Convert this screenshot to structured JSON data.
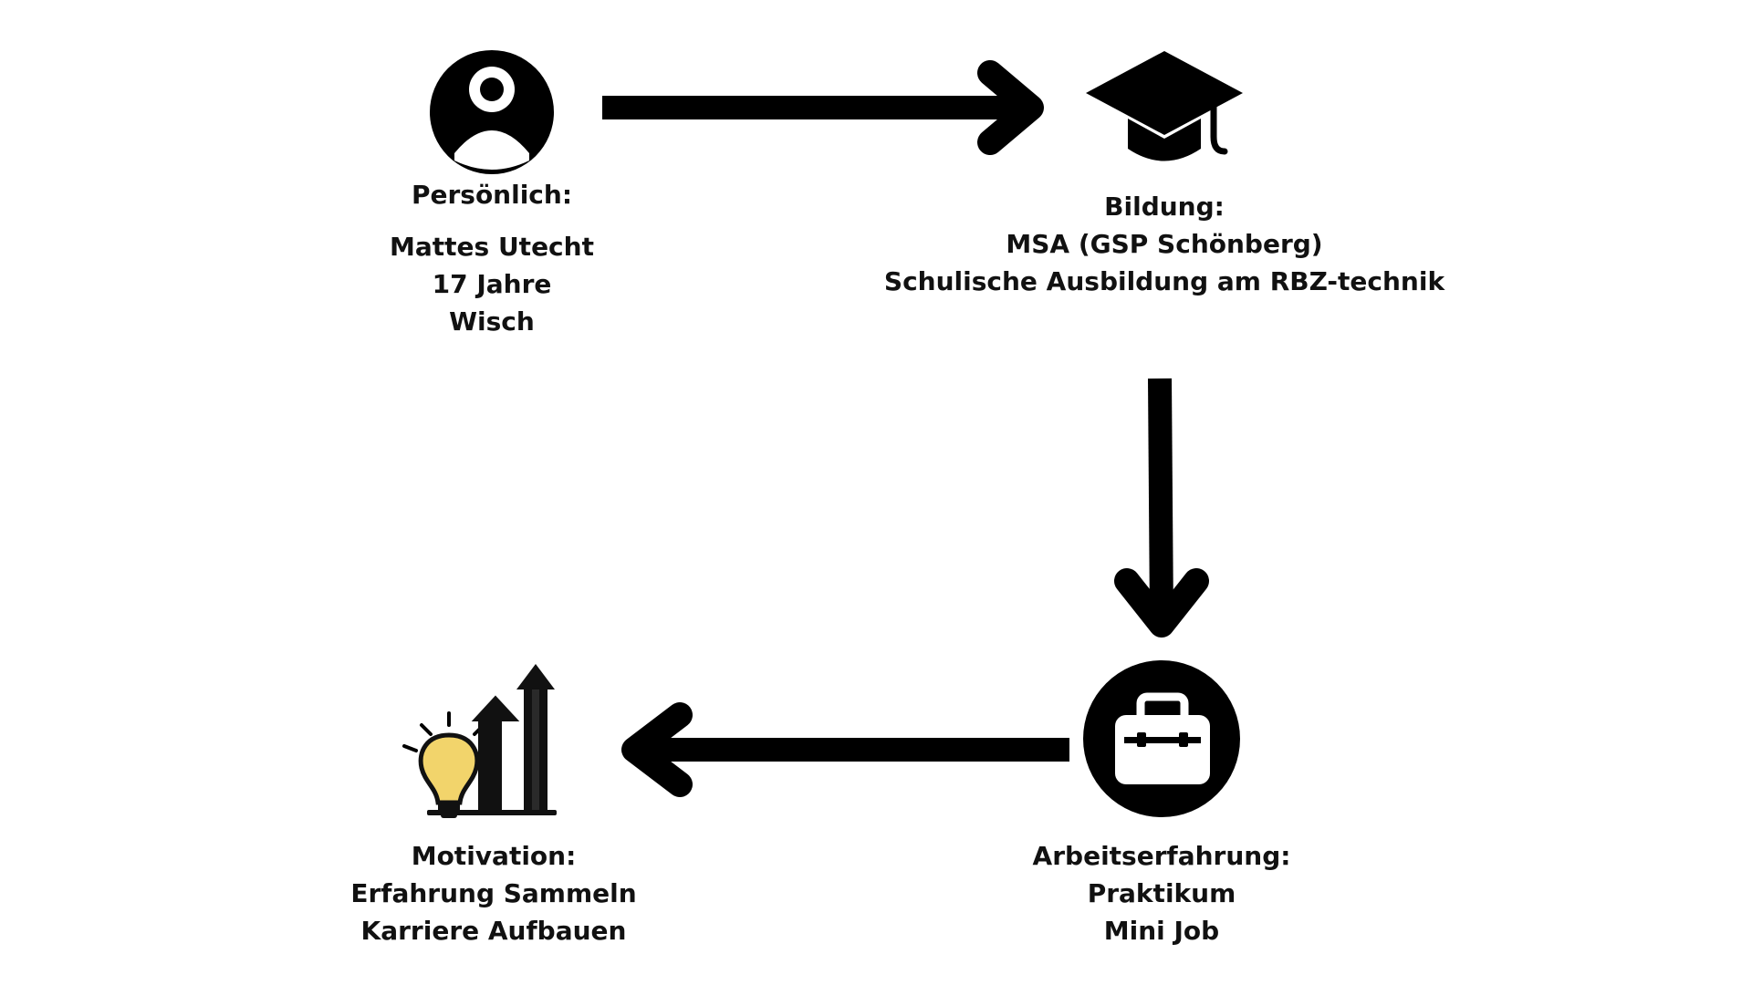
{
  "nodes": {
    "personal": {
      "icon": "user-circle-icon",
      "title": "Persönlich:",
      "lines": [
        "Mattes Utecht",
        "17 Jahre",
        "Wisch"
      ]
    },
    "education": {
      "icon": "graduation-cap-icon",
      "title": "Bildung:",
      "lines": [
        "MSA (GSP Schönberg)",
        "Schulische Ausbildung am RBZ-technik"
      ]
    },
    "work": {
      "icon": "briefcase-circle-icon",
      "title": "Arbeitserfahrung:",
      "lines": [
        "Praktikum",
        "Mini Job"
      ]
    },
    "motivation": {
      "icon": "lightbulb-growth-icon",
      "title": "Motivation:",
      "lines": [
        "Erfahrung Sammeln",
        "Karriere Aufbauen"
      ]
    }
  },
  "colors": {
    "ink": "#000000",
    "bulb": "#f2d46b"
  }
}
